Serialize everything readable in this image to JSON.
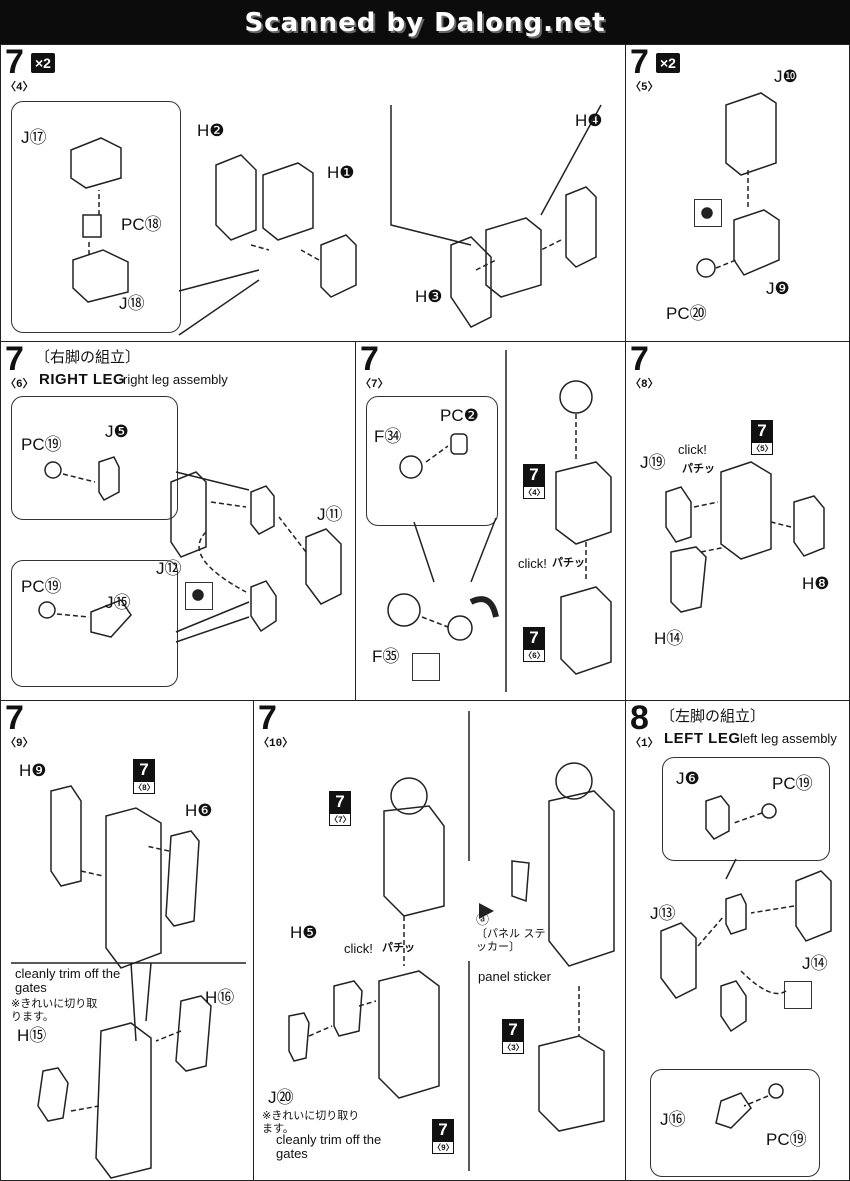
{
  "banner": "Scanned by Dalong.net",
  "panels": {
    "p1": {
      "num": "7",
      "sub": "〈4〉",
      "mult": "×2",
      "labels": [
        "J⑰",
        "H❷",
        "H❶",
        "PC⑱",
        "J⑱",
        "H❹",
        "H❸"
      ]
    },
    "p2": {
      "num": "7",
      "sub": "〈5〉",
      "mult": "×2",
      "labels": [
        "J❿",
        "PC⑳",
        "J❾"
      ]
    },
    "p3": {
      "num": "7",
      "sub": "〈6〉",
      "title_jp": "〔右脚の組立〕",
      "title_en": "RIGHT LEG",
      "title_small": "right leg assembly",
      "labels": [
        "PC⑲",
        "J❺",
        "J⑪",
        "J⑫",
        "PC⑲",
        "J⑮"
      ]
    },
    "p4": {
      "num": "7",
      "sub": "〈7〉",
      "labels": [
        "F㉞",
        "PC❷",
        "F㉟"
      ],
      "click": "click!",
      "pachi": "パチッ",
      "ref_top": {
        "n": "7",
        "s": "〈4〉"
      },
      "ref_bottom": {
        "n": "7",
        "s": "〈6〉"
      }
    },
    "p5": {
      "num": "7",
      "sub": "〈8〉",
      "labels": [
        "J⑲",
        "H❽",
        "H⑭"
      ],
      "click": "click!",
      "pachi": "パチッ",
      "ref": {
        "n": "7",
        "s": "〈5〉"
      }
    },
    "p6": {
      "num": "7",
      "sub": "〈9〉",
      "labels": [
        "H❾",
        "H❻",
        "H⑯",
        "H⑮"
      ],
      "note_en": "cleanly trim off the gates",
      "note_jp": "※きれいに切り取ります。",
      "ref": {
        "n": "7",
        "s": "〈8〉"
      }
    },
    "p7": {
      "num": "7",
      "sub": "〈10〉",
      "labels": [
        "H❺",
        "J⑳"
      ],
      "click": "click!",
      "pachi": "パチッ",
      "note_jp": "※きれいに切り取ります。",
      "note_en": "cleanly trim off the gates",
      "sticker_mark": "ⓐ",
      "sticker_jp": "〔パネル ステッカー〕",
      "sticker_en": "panel sticker",
      "ref_top": {
        "n": "7",
        "s": "〈7〉"
      },
      "ref_bottom": {
        "n": "7",
        "s": "〈9〉"
      },
      "ref_base": {
        "n": "7",
        "s": "〈3〉"
      }
    },
    "p8": {
      "num": "8",
      "sub": "〈1〉",
      "title_jp": "〔左脚の組立〕",
      "title_en": "LEFT LEG",
      "title_small": "left leg assembly",
      "labels": [
        "J❻",
        "PC⑲",
        "J⑬",
        "J⑭",
        "J⑯",
        "PC⑲"
      ]
    }
  }
}
